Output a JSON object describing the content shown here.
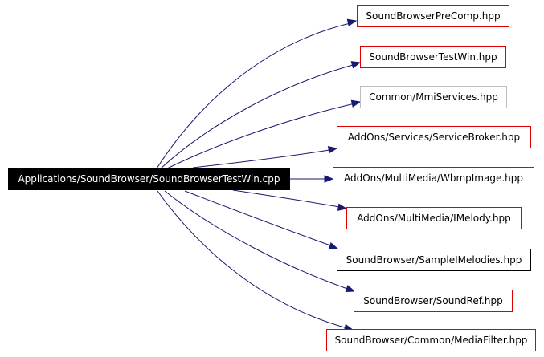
{
  "graph": {
    "source": {
      "label": "Applications/SoundBrowser/SoundBrowserTestWin.cpp"
    },
    "edge_color": "#191970",
    "targets": [
      {
        "label": "SoundBrowserPreComp.hpp",
        "border": "red"
      },
      {
        "label": "SoundBrowserTestWin.hpp",
        "border": "red"
      },
      {
        "label": "Common/MmiServices.hpp",
        "border": "grey"
      },
      {
        "label": "AddOns/Services/ServiceBroker.hpp",
        "border": "red"
      },
      {
        "label": "AddOns/MultiMedia/WbmpImage.hpp",
        "border": "red"
      },
      {
        "label": "AddOns/MultiMedia/IMelody.hpp",
        "border": "red"
      },
      {
        "label": "SoundBrowser/SampleIMelodies.hpp",
        "border": "black"
      },
      {
        "label": "SoundBrowser/SoundRef.hpp",
        "border": "red"
      },
      {
        "label": "SoundBrowser/Common/MediaFilter.hpp",
        "border": "red"
      }
    ]
  }
}
